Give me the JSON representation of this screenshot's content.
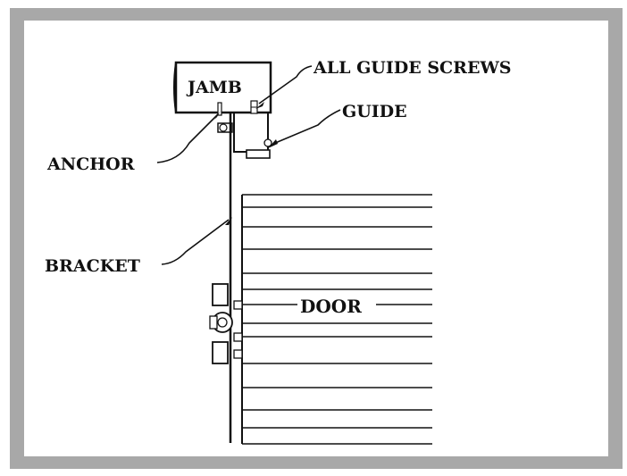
{
  "labels": {
    "jamb": "JAMB",
    "all_guide_screws": "ALL GUIDE SCREWS",
    "guide": "GUIDE",
    "anchor": "ANCHOR",
    "bracket": "BRACKET",
    "door": "DOOR"
  },
  "colors": {
    "frame": "#a8a8a8",
    "ink": "#111111",
    "background": "#ffffff"
  }
}
